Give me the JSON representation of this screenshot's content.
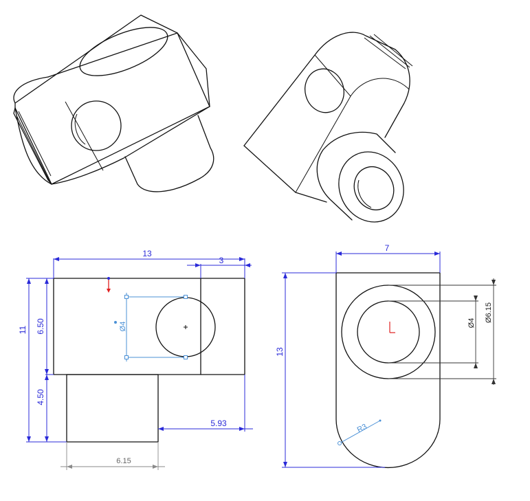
{
  "colors": {
    "edge": "#111111",
    "dimension_blue": "#2a2ad8",
    "dimension_black": "#333333",
    "dimension_grey": "#8a8a8a",
    "sketch_blue": "#4a90d6",
    "origin_red": "#e02020"
  },
  "front_view": {
    "dim_overall_width": "13",
    "dim_right_band": "3",
    "dim_overall_height": "11",
    "dim_block_height": "6.50",
    "dim_boss_height": "4.50",
    "dim_boss_offset": "5.93",
    "dim_boss_width": "6.15",
    "dim_hole_dia": "Ø4"
  },
  "side_view": {
    "dim_width": "7",
    "dim_height": "13",
    "dim_inner_dia": "Ø4",
    "dim_outer_dia": "Ø6.15",
    "dim_radius": "R3"
  }
}
